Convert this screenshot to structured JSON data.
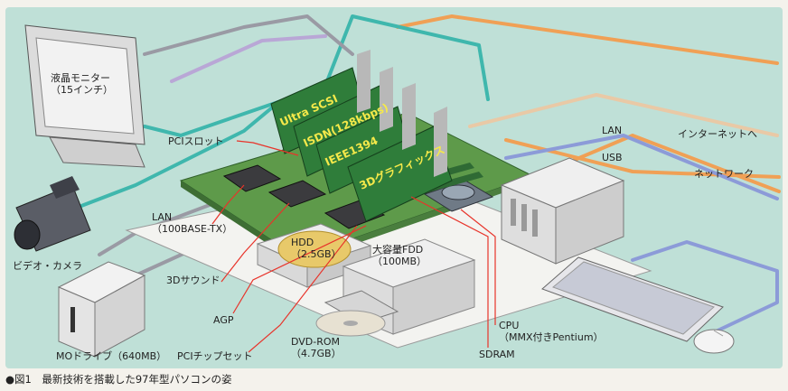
{
  "labels": {
    "monitor": "液晶モニター",
    "monitor_size": "（15インチ）",
    "pci_slot": "PCIスロット",
    "lan_chip": "LAN",
    "lan_chip_spec": "（100BASE-TX）",
    "video_camera": "ビデオ・カメラ",
    "sound": "3Dサウンド",
    "agp": "AGP",
    "pci_chipset": "PCIチップセット",
    "mo_drive": "MOドライブ（640MB）",
    "hdd": "HDD",
    "hdd_size": "（2.5GB）",
    "fdd": "大容量FDD",
    "fdd_size": "（100MB）",
    "dvd": "DVD-ROM",
    "dvd_size": "（4.7GB）",
    "sdram": "SDRAM",
    "cpu": "CPU",
    "cpu_spec": "（MMX付きPentium）",
    "lan_line": "LAN",
    "usb_line": "USB",
    "internet": "インターネットへ",
    "network": "ネットワーク"
  },
  "cards": {
    "ultra_scsi": "Ultra SCSI",
    "isdn": "ISDN(128kbps)",
    "ieee1394": "IEEE1394",
    "graphics": "3Dグラフィックス"
  },
  "caption": "●図1　最新技術を搭載した97年型パソコンの姿",
  "colors": {
    "background_panel": "#bfe0d7",
    "board": "#5e9a4a",
    "card": "#2f7d3a",
    "card_text": "#f5e94a",
    "leader_line": "#e8332a",
    "cable_orange": "#f0a055",
    "cable_teal": "#3fb7ad",
    "cable_blue": "#8c9bd8",
    "cable_gray": "#9a9aa4"
  }
}
